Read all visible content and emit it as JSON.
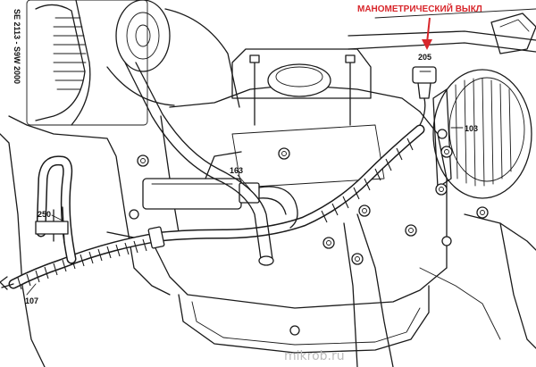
{
  "side_label": "SE 2113 - S9W 2000",
  "callout": {
    "text": "МАНОМЕТРИЧЕСКИЙ ВЫКЛ",
    "color": "#d8262b"
  },
  "labels": {
    "l205": "205",
    "l103": "103",
    "l163": "163",
    "l250": "250",
    "l107": "107"
  },
  "watermark": "mikrob.ru"
}
